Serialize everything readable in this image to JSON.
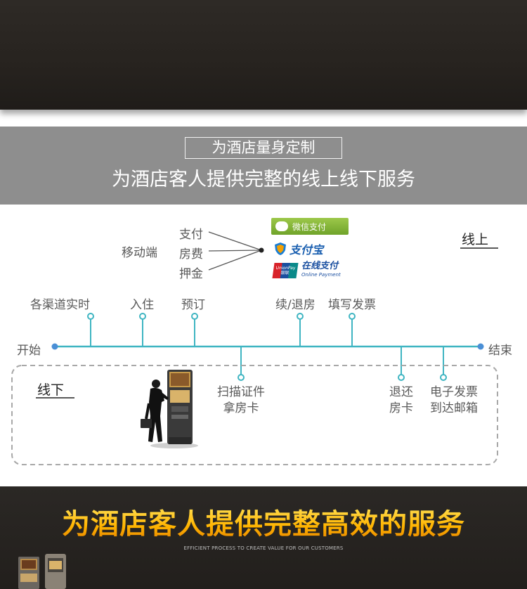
{
  "header": {
    "box_title": "为酒店量身定制",
    "subtitle": "为酒店客人提供完整的线上线下服务"
  },
  "online": {
    "label": "线上",
    "mobile_label": "移动端",
    "branches": [
      "支付",
      "房费",
      "押金"
    ],
    "payments": {
      "wechat": "微信支付",
      "alipay": "支付宝",
      "unionpay_logo": "UnionPay 银联",
      "unionpay_text": "在线支付",
      "unionpay_sub": "Online Payment"
    },
    "timeline_points": [
      "各渠道实时",
      "入住",
      "预订",
      "续/退房",
      "填写发票"
    ]
  },
  "timeline": {
    "start": "开始",
    "end": "结束",
    "line_color": "#3fb5c2",
    "dot_color": "#4a8fd6"
  },
  "offline": {
    "label": "线下",
    "steps": [
      [
        "扫描证件",
        "拿房卡"
      ],
      [
        "退还",
        "房卡"
      ],
      [
        "电子发票",
        "到达邮箱"
      ]
    ]
  },
  "footer": {
    "title": "为酒店客人提供完整高效的服务",
    "subtitle": "EFFICIENT PROCESS TO CREATE VALUE FOR OUR CUSTOMERS"
  }
}
